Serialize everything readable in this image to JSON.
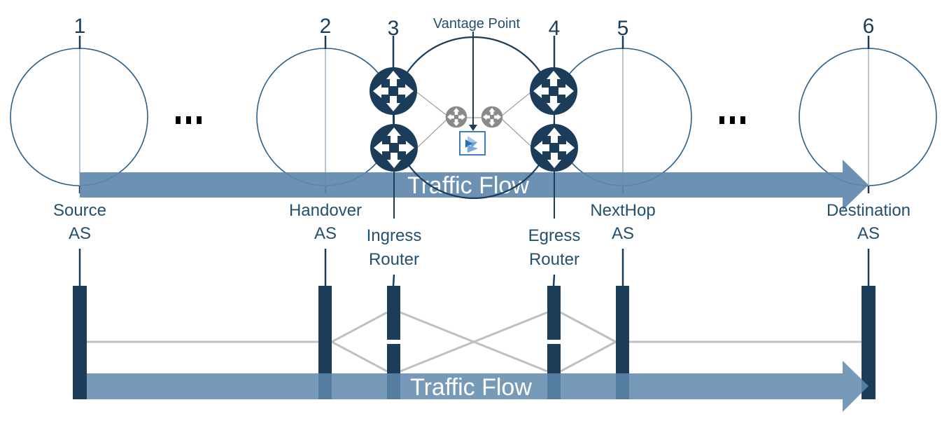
{
  "diagram": {
    "vantage_point_label": "Vantage Point",
    "traffic_flow_label_top": "Traffic Flow",
    "traffic_flow_label_bottom": "Traffic Flow",
    "ellipsis": "...",
    "colors": {
      "navy": "#1c3d5a",
      "as_circle": "#2c5f8a",
      "arrow": "#5f88ac",
      "link_grey": "#c0c0c0",
      "small_router_grey": "#8a8a8a",
      "vantage_blue": "#3a7fc1"
    },
    "nodes": [
      {
        "id": "1",
        "number": "1",
        "label_line1": "Source",
        "label_line2": "AS",
        "kind": "as"
      },
      {
        "id": "2",
        "number": "2",
        "label_line1": "Handover",
        "label_line2": "AS",
        "kind": "as"
      },
      {
        "id": "3",
        "number": "3",
        "label_line1": "Ingress",
        "label_line2": "Router",
        "kind": "router"
      },
      {
        "id": "4",
        "number": "4",
        "label_line1": "Egress",
        "label_line2": "Router",
        "kind": "router"
      },
      {
        "id": "5",
        "number": "5",
        "label_line1": "NextHop",
        "label_line2": "AS",
        "kind": "as"
      },
      {
        "id": "6",
        "number": "6",
        "label_line1": "Destination",
        "label_line2": "AS",
        "kind": "as"
      }
    ]
  }
}
